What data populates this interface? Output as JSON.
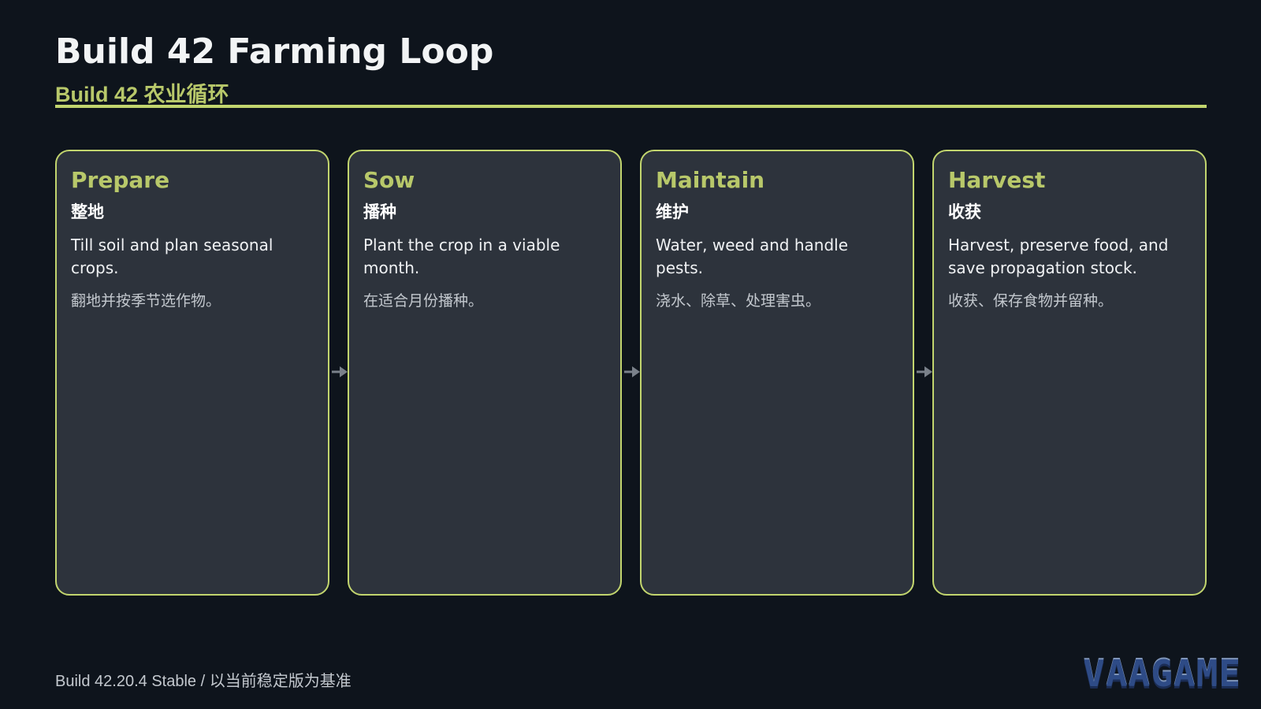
{
  "title": "Build 42 Farming Loop",
  "subtitle": "Build 42 农业循环",
  "steps": [
    {
      "title": "Prepare",
      "subtitle": "整地",
      "desc": "Till soil and plan seasonal crops.",
      "desc_zh": "翻地并按季节选作物。"
    },
    {
      "title": "Sow",
      "subtitle": "播种",
      "desc": "Plant the crop in a viable month.",
      "desc_zh": "在适合月份播种。"
    },
    {
      "title": "Maintain",
      "subtitle": "维护",
      "desc": "Water, weed and handle pests.",
      "desc_zh": "浇水、除草、处理害虫。"
    },
    {
      "title": "Harvest",
      "subtitle": "收获",
      "desc": "Harvest, preserve food, and save propagation stock.",
      "desc_zh": "收获、保存食物并留种。"
    }
  ],
  "footer": "Build 42.20.4 Stable / 以当前稳定版为基准",
  "logo": "VAAGAME",
  "colors": {
    "background": "#0e141c",
    "accent": "#c2d56e",
    "card": "#2d333c",
    "arrow": "#7a818a"
  },
  "icons": {
    "connector": "arrow-right-icon"
  }
}
